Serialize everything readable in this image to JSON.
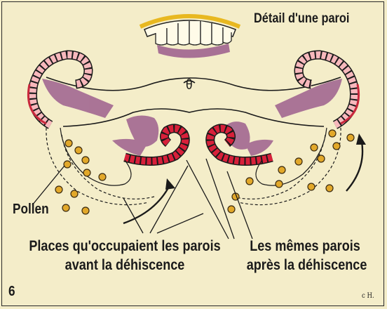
{
  "labels": {
    "detail": "Détail d'une paroi",
    "theta": "θ",
    "pollen": "Pollen",
    "before_line1": "Places qu'occupaient les parois",
    "before_line2": "avant la déhiscence",
    "after_line1": "Les mêmes parois",
    "after_line2": "après la déhiscence",
    "figure_number": "6",
    "signature": "c H."
  },
  "colors": {
    "background": "#f4edc9",
    "wall_purple": "#9a5a8c",
    "wall_red": "#c8283c",
    "cell_pink": "#e89aa0",
    "pollen_fill": "#e2a82a",
    "epidermis_yellow": "#e8b820",
    "ink": "#1a1a1a"
  }
}
